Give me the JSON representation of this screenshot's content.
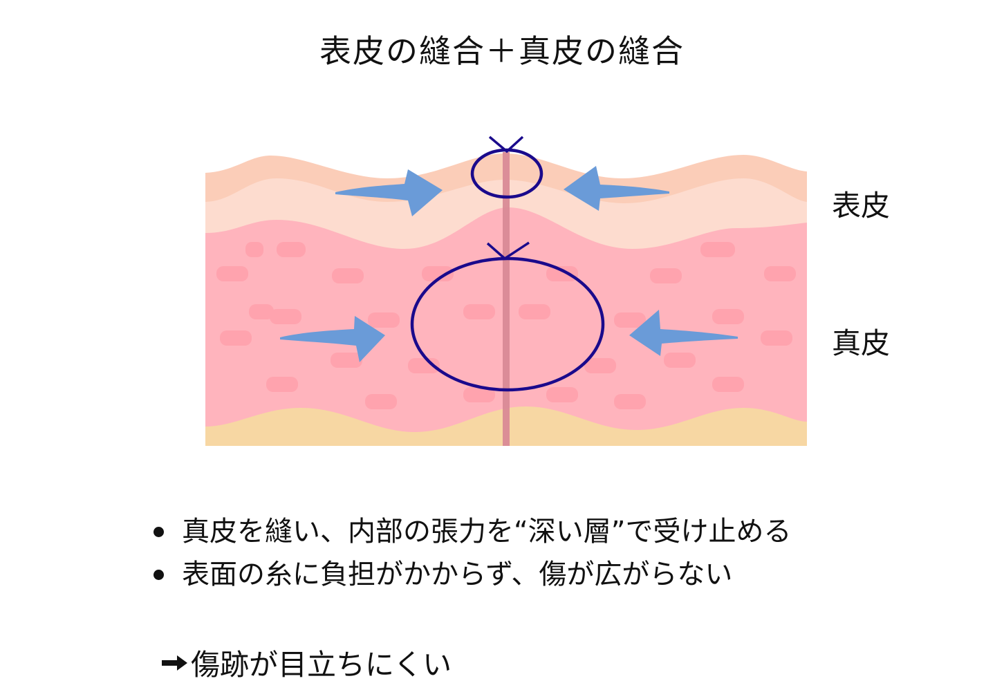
{
  "title": "表皮の縫合＋真皮の縫合",
  "diagram": {
    "labels": {
      "epidermis": "表皮",
      "dermis": "真皮"
    },
    "colors": {
      "epidermis_outer": "#FBCDB8",
      "epidermis_inner": "#FDDCCF",
      "dermis": "#FFB4BD",
      "dermis_cells": "#FFA3AE",
      "subcutaneous": "#F7D7A3",
      "incision_line": "#D98A96",
      "suture_thread": "#1A0A8C",
      "tension_arrows": "#6A9BD8"
    },
    "elements": [
      "epidermal-suture-loop",
      "dermal-suture-loop",
      "incision-line",
      "tension-arrows-epidermis",
      "tension-arrows-dermis"
    ]
  },
  "bullets": [
    "真皮を縫い、内部の張力を“深い層”で受け止める",
    "表面の糸に負担がかからず、傷が広がらない"
  ],
  "conclusion": "傷跡が目立ちにくい",
  "conclusion_icon": "right-arrow-icon"
}
